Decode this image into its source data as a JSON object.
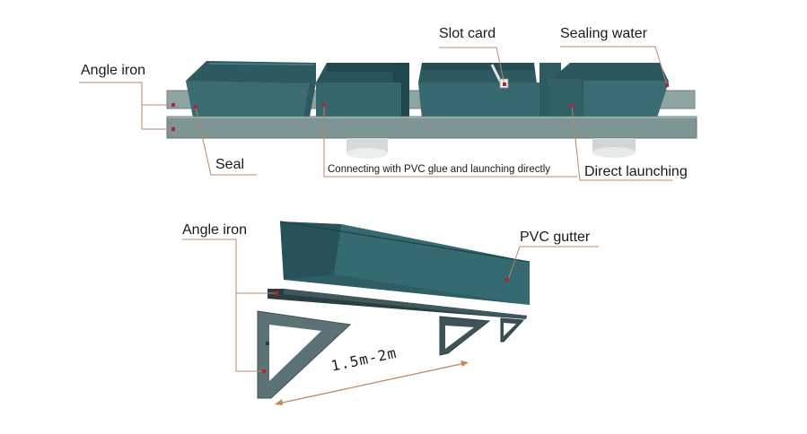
{
  "top_diagram": {
    "labels": {
      "angle_iron": "Angle iron",
      "seal": "Seal",
      "slot_card": "Slot card",
      "sealing_water": "Sealing water",
      "pvc_glue": "Connecting with PVC glue and launching directly",
      "direct_launching": "Direct launching"
    }
  },
  "bottom_diagram": {
    "labels": {
      "angle_iron": "Angle iron",
      "pvc_gutter": "PVC gutter",
      "span": "1.5m-2m"
    }
  },
  "colors": {
    "gutter": "#2e5d63",
    "gutter_dark": "#1f464b",
    "rail": "#7f9593",
    "bracket": "#4d6266",
    "leader": "#b8876a",
    "dot": "#b0243a"
  }
}
